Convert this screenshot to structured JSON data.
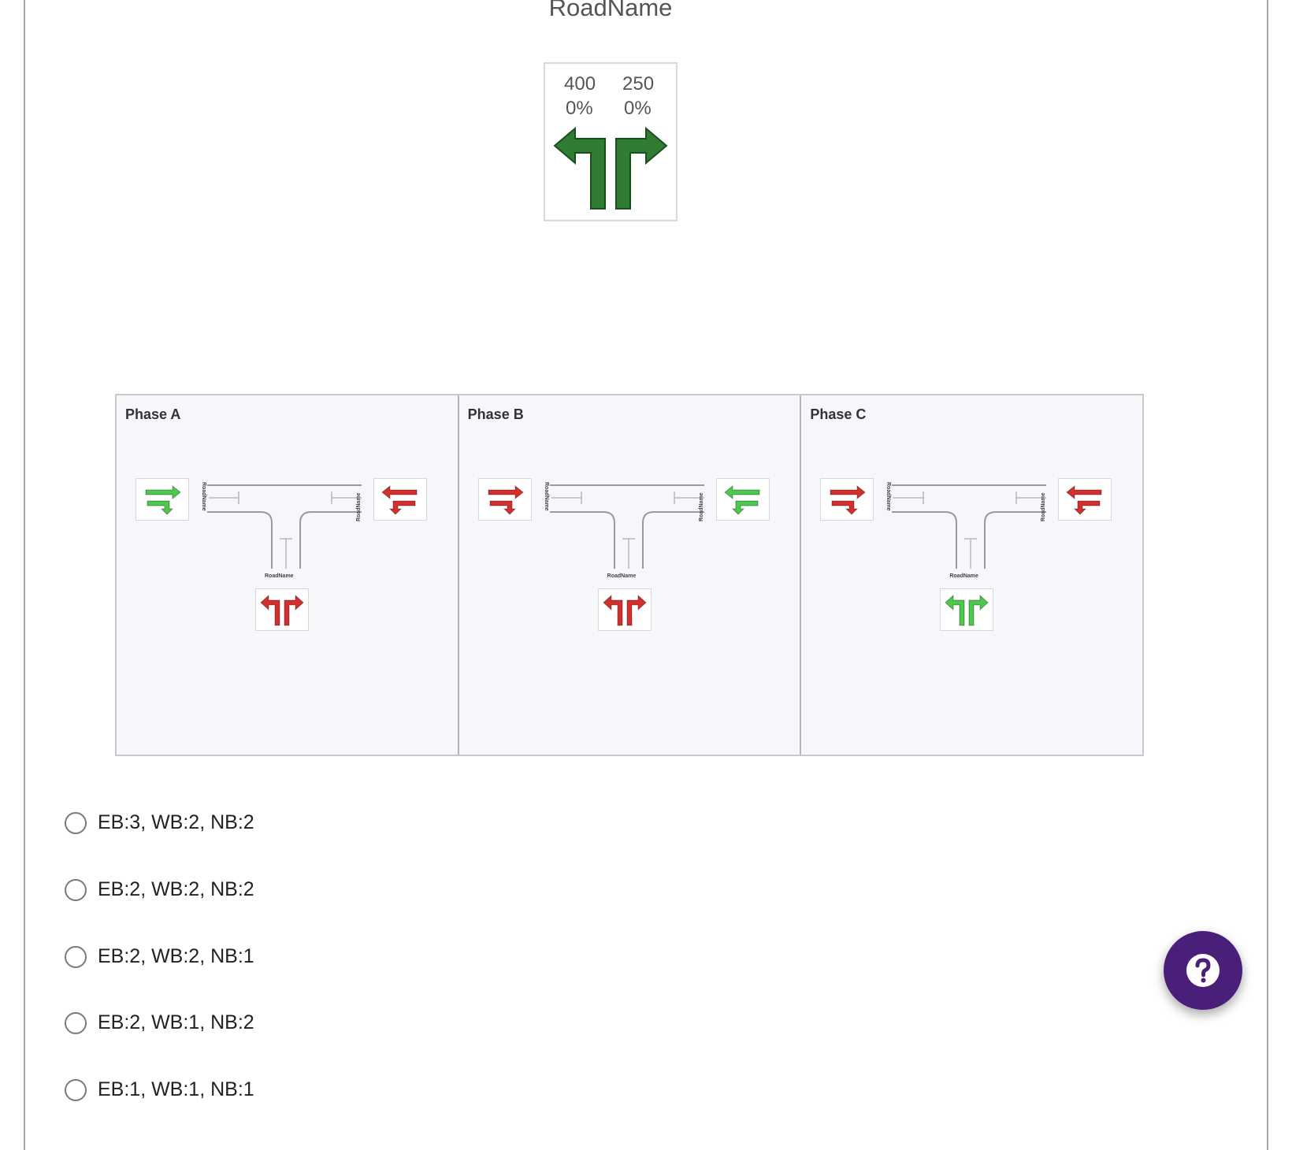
{
  "intersection": {
    "road_name": "RoadName",
    "left_turn": {
      "volume": "400",
      "percent": "0%"
    },
    "right_turn": {
      "volume": "250",
      "percent": "0%"
    },
    "arrow_color": "#2f7d32"
  },
  "phases": [
    {
      "label": "Phase A",
      "eb": "green",
      "wb": "red",
      "nb": "red",
      "road_label": "RoadName"
    },
    {
      "label": "Phase B",
      "eb": "red",
      "wb": "green",
      "nb": "red",
      "road_label": "RoadName"
    },
    {
      "label": "Phase C",
      "eb": "red",
      "wb": "red",
      "nb": "green",
      "road_label": "RoadName"
    }
  ],
  "colors": {
    "green": "#4cc94c",
    "red": "#d32f2f",
    "help": "#4a1f7a"
  },
  "options": [
    {
      "label": "EB:3, WB:2, NB:2",
      "selected": false
    },
    {
      "label": "EB:2, WB:2, NB:2",
      "selected": false
    },
    {
      "label": "EB:2, WB:2, NB:1",
      "selected": false
    },
    {
      "label": "EB:2, WB:1, NB:2",
      "selected": false
    },
    {
      "label": "EB:1, WB:1, NB:1",
      "selected": false
    }
  ],
  "help": {
    "icon": "question-icon"
  }
}
